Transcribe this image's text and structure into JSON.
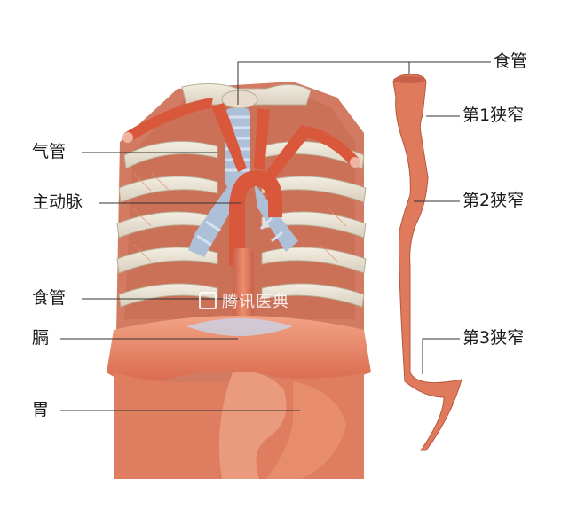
{
  "labels": {
    "trachea": "气管",
    "aorta": "主动脉",
    "esophagus_left": "食管",
    "diaphragm": "膈",
    "stomach": "胃",
    "esophagus_right": "食管",
    "narrowing_1": "第1狭窄",
    "narrowing_2": "第2狭窄",
    "narrowing_3": "第3狭窄"
  },
  "watermark": {
    "text": "腾讯医典",
    "icon": "tencent-medical-logo"
  },
  "colors": {
    "muscle": "#e07a5c",
    "muscle_dark": "#b8573d",
    "artery": "#d9583c",
    "trachea": "#aebfd8",
    "bone": "#ece6d8",
    "leader": "#333333"
  }
}
